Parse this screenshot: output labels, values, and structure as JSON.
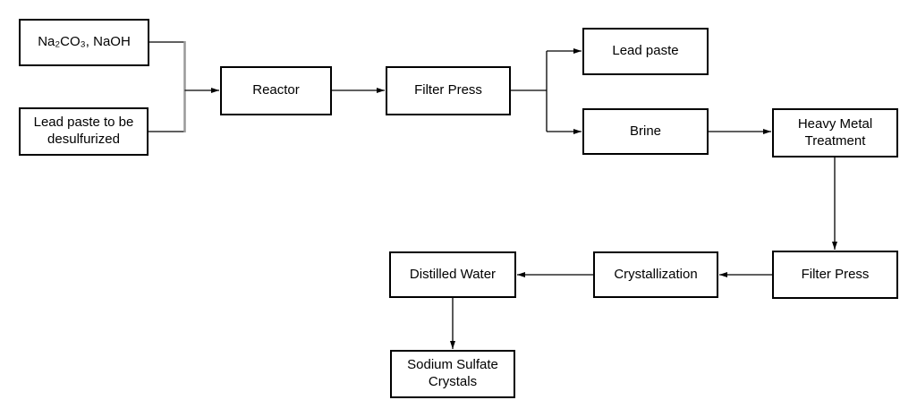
{
  "diagram": {
    "type": "flowchart",
    "background_color": "#ffffff",
    "box_border_color": "#000000",
    "box_fill_color": "#ffffff",
    "line_color": "#000000",
    "merge_line_color": "#999999",
    "text_color": "#000000"
  },
  "nodes": [
    {
      "id": "reagents",
      "label": "Na₂CO₃, NaOH"
    },
    {
      "id": "lead-paste-input",
      "label": "Lead paste to be desulfurized"
    },
    {
      "id": "reactor",
      "label": "Reactor"
    },
    {
      "id": "filter-press-1",
      "label": "Filter Press"
    },
    {
      "id": "lead-paste-output",
      "label": "Lead paste"
    },
    {
      "id": "brine",
      "label": "Brine"
    },
    {
      "id": "heavy-metal-treatment",
      "label": "Heavy Metal Treatment"
    },
    {
      "id": "filter-press-2",
      "label": "Filter Press"
    },
    {
      "id": "crystallization",
      "label": "Crystallization"
    },
    {
      "id": "distilled-water",
      "label": "Distilled Water"
    },
    {
      "id": "sodium-sulfate-crystals",
      "label": "Sodium Sulfate Crystals"
    }
  ],
  "edges": [
    {
      "from": "reagents",
      "to": "reactor"
    },
    {
      "from": "lead-paste-input",
      "to": "reactor"
    },
    {
      "from": "reactor",
      "to": "filter-press-1"
    },
    {
      "from": "filter-press-1",
      "to": "lead-paste-output"
    },
    {
      "from": "filter-press-1",
      "to": "brine"
    },
    {
      "from": "brine",
      "to": "heavy-metal-treatment"
    },
    {
      "from": "heavy-metal-treatment",
      "to": "filter-press-2"
    },
    {
      "from": "filter-press-2",
      "to": "crystallization"
    },
    {
      "from": "crystallization",
      "to": "distilled-water"
    },
    {
      "from": "distilled-water",
      "to": "sodium-sulfate-crystals"
    }
  ]
}
